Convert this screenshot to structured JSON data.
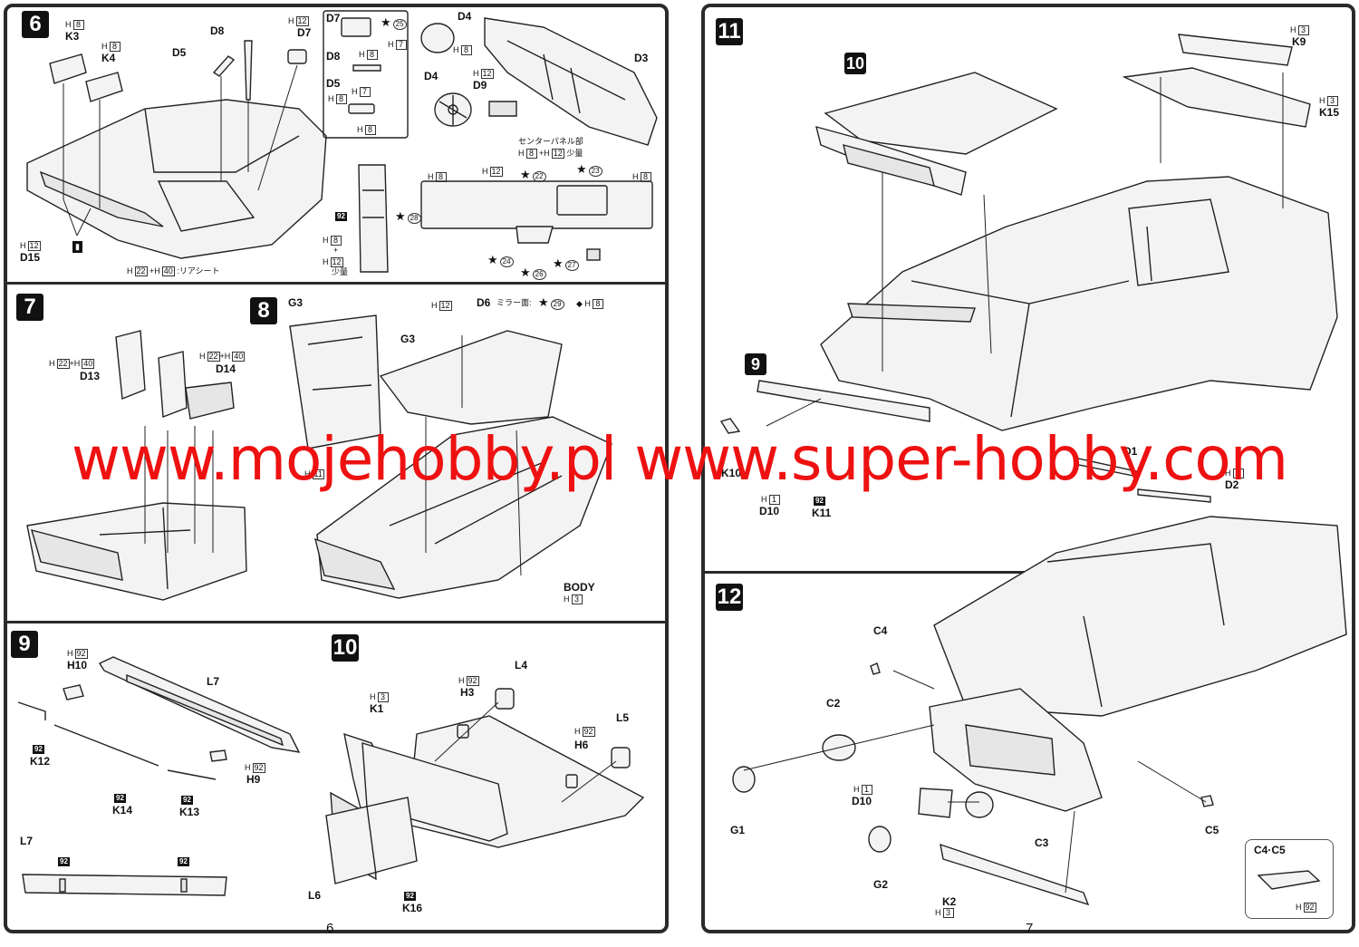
{
  "watermark": "www.mojehobby.pl www.super-hobby.com",
  "pages": {
    "left": "6",
    "right": "7"
  },
  "step6": {
    "num": "6",
    "k3": {
      "code": "H",
      "box": "8",
      "label": "K3"
    },
    "k4": {
      "code": "H",
      "box": "8",
      "label": "K4"
    },
    "d8": "D8",
    "d5": "D5",
    "d7": {
      "code": "H",
      "box": "12",
      "label": "D7"
    },
    "d15": {
      "code": "H",
      "box": "12",
      "label": "D15"
    },
    "rear_seat": {
      "h1": "22",
      "h2": "40",
      "text": ":リアシート"
    },
    "inset": {
      "d7": "D7",
      "star25": "25",
      "h7a": "7",
      "d4": "D4",
      "h8a": "8",
      "d8": "D8",
      "h8b": "8",
      "d5": "D5",
      "h7b": "7",
      "h8c": "8",
      "h8d": "8"
    },
    "d3": "D3",
    "d4": "D4",
    "d9": {
      "code": "H",
      "box": "12",
      "label": "D9"
    },
    "center_panel": "センターパネル部",
    "center_codes": {
      "h1": "8",
      "h2": "12",
      "suffix": "少量"
    },
    "stars": [
      "22",
      "23",
      "24",
      "26",
      "27",
      "28"
    ],
    "h8_left": "8",
    "h12_mid": "12",
    "h8_right": "8",
    "code92": "92",
    "console": {
      "h8": "8",
      "plus": "+",
      "h12": "12",
      "small": "少量"
    }
  },
  "step7": {
    "num": "7",
    "d13": {
      "h1": "22",
      "h2": "40",
      "label": "D13"
    },
    "d14": {
      "h1": "22",
      "h2": "40",
      "label": "D14"
    }
  },
  "step8": {
    "num": "8",
    "g3a": "G3",
    "g3b": "G3",
    "d6": {
      "h": "12",
      "label": "D6",
      "text": "ミラー面:",
      "star": "29",
      "h8": "8"
    },
    "h11": "11",
    "body": {
      "label": "BODY",
      "h": "3"
    }
  },
  "step9": {
    "num": "9",
    "h10": {
      "h": "92",
      "label": "H10"
    },
    "l7": "L7",
    "k12": {
      "code": "92",
      "label": "K12"
    },
    "k14": {
      "code": "92",
      "label": "K14"
    },
    "k13": {
      "code": "92",
      "label": "K13"
    },
    "h9": {
      "h": "92",
      "label": "H9"
    },
    "l7b": "L7",
    "codes": [
      "92",
      "92"
    ]
  },
  "step10": {
    "num": "10",
    "k1": {
      "h": "3",
      "label": "K1"
    },
    "h3": {
      "h": "92",
      "label": "H3"
    },
    "l4": "L4",
    "h6": {
      "h": "92",
      "label": "H6"
    },
    "l5": "L5",
    "l6": "L6",
    "k16": {
      "code": "92",
      "label": "K16"
    }
  },
  "step11": {
    "num": "11",
    "sub10": "10",
    "sub9": "9",
    "k9": {
      "h": "3",
      "label": "K9"
    },
    "k15": {
      "h": "3",
      "label": "K15"
    },
    "k10": "K10",
    "d10": {
      "h": "1",
      "label": "D10"
    },
    "k11": {
      "code": "92",
      "label": "K11"
    },
    "d1": "D1",
    "d2": {
      "h": "1",
      "label": "D2"
    }
  },
  "step12": {
    "num": "12",
    "c4": "C4",
    "c2": "C2",
    "g1": "G1",
    "d10": {
      "h": "1",
      "label": "D10"
    },
    "g2": "G2",
    "k2": {
      "label": "K2",
      "h": "3"
    },
    "c3": "C3",
    "c5": "C5",
    "c4c5": {
      "label": "C4·C5",
      "h": "92"
    }
  },
  "common": {
    "h": "H",
    "plus": "+"
  }
}
